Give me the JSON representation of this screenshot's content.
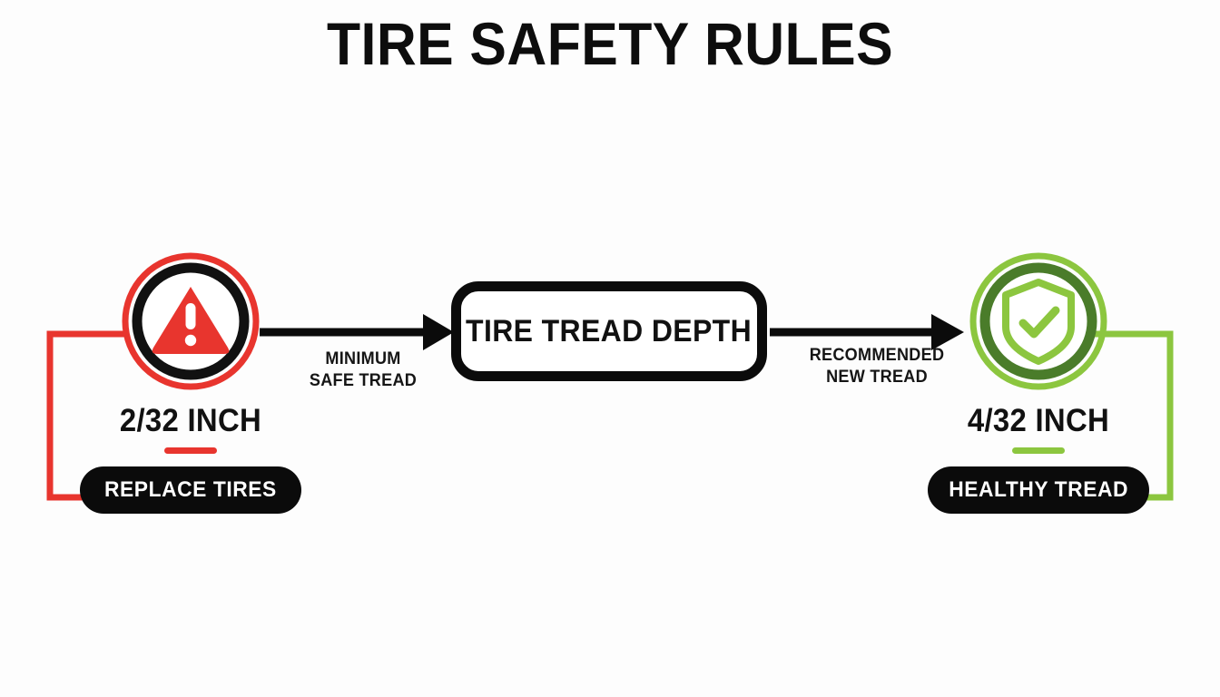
{
  "page": {
    "title": "TIRE SAFETY RULES",
    "background_color": "#fdfdfd"
  },
  "center_node": {
    "label": "TIRE TREAD DEPTH",
    "border_color": "#0b0b0b"
  },
  "connectors": [
    {
      "id": "minimum-safe-tread",
      "line1": "MINIMUM",
      "line2": "SAFE TREAD",
      "color": "#111111",
      "direction": "right"
    },
    {
      "id": "recommended-new-tread",
      "line1": "RECOMMENDED",
      "line2": "NEW TREAD",
      "color": "#111111",
      "direction": "right"
    }
  ],
  "nodes": {
    "left": {
      "icon": "warning-triangle-icon",
      "ring_outer_color": "#e8352e",
      "ring_inner_color": "#111111",
      "icon_color": "#e8352e",
      "measurement": "2/32 INCH",
      "accent_color": "#e8352e",
      "status_label": "REPLACE TIRES",
      "status_bg": "#0b0b0b",
      "status_text_color": "#ffffff",
      "bracket_color": "#e8352e"
    },
    "right": {
      "icon": "shield-check-icon",
      "ring_outer_color": "#8cc63f",
      "ring_inner_color": "#4a7c2a",
      "icon_color": "#8cc63f",
      "measurement": "4/32 INCH",
      "accent_color": "#8cc63f",
      "status_label": "HEALTHY TREAD",
      "status_bg": "#0b0b0b",
      "status_text_color": "#ffffff",
      "bracket_color": "#8cc63f"
    }
  },
  "chart_data": {
    "type": "diagram",
    "title": "TIRE SAFETY RULES",
    "center": "TIRE TREAD DEPTH",
    "categories": [
      "2/32 INCH",
      "4/32 INCH"
    ],
    "values": [
      2,
      4
    ],
    "unit": "1/32 inch",
    "series": [
      {
        "name": "Minimum safe tread",
        "measurement": "2/32 INCH",
        "value": 2,
        "status": "REPLACE TIRES",
        "color": "#e8352e"
      },
      {
        "name": "Recommended new tread",
        "measurement": "4/32 INCH",
        "value": 4,
        "status": "HEALTHY TREAD",
        "color": "#8cc63f"
      }
    ],
    "xlabel": "",
    "ylabel": "",
    "legend": [
      "REPLACE TIRES",
      "HEALTHY TREAD"
    ]
  }
}
